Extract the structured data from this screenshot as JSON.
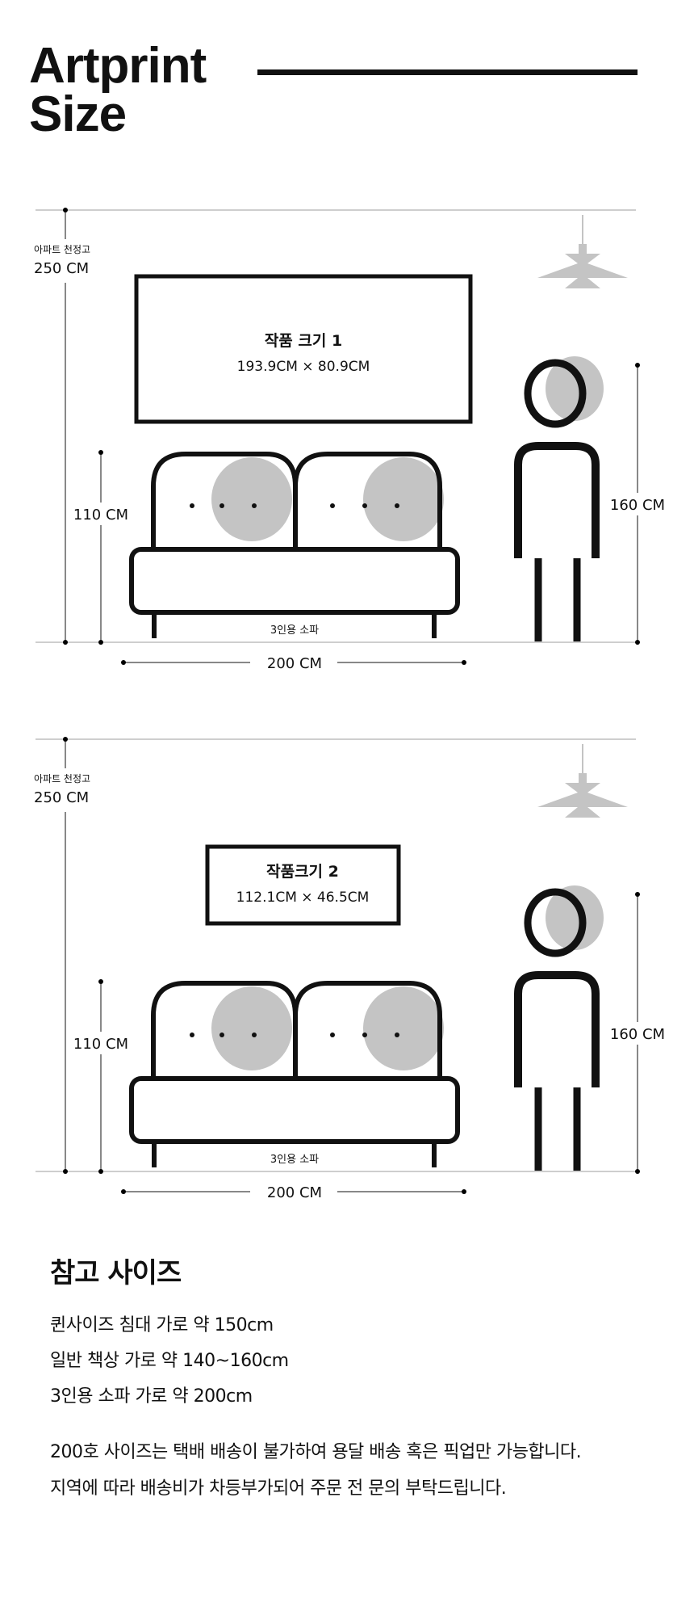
{
  "title": {
    "line1": "Artprint",
    "line2": "Size"
  },
  "sections": [
    {
      "ceiling_label": "아파트 천정고",
      "ceiling_height": "250 CM",
      "art_title": "작품 크기 1",
      "art_size": "193.9CM × 80.9CM",
      "sofa_height": "110 CM",
      "person_height": "160 CM",
      "sofa_label": "3인용 소파",
      "sofa_width": "200 CM"
    },
    {
      "ceiling_label": "아파트 천정고",
      "ceiling_height": "250 CM",
      "art_title": "작품크기 2",
      "art_size": "112.1CM × 46.5CM",
      "sofa_height": "110 CM",
      "person_height": "160 CM",
      "sofa_label": "3인용 소파",
      "sofa_width": "200 CM"
    }
  ],
  "reference": {
    "heading": "참고 사이즈",
    "items": [
      "퀸사이즈 침대 가로   약 150cm",
      "일반 책상 가로   약 140~160cm",
      "3인용 소파 가로   약 200cm"
    ],
    "notes": [
      "200호 사이즈는 택배 배송이 불가하여 용달 배송 혹은 픽업만 가능합니다.",
      "지역에 따라 배송비가 차등부가되어 주문 전 문의 부탁드립니다."
    ]
  },
  "colors": {
    "ink": "#111111",
    "gray": "#c4c4c4",
    "rule": "#bdbdbd"
  }
}
